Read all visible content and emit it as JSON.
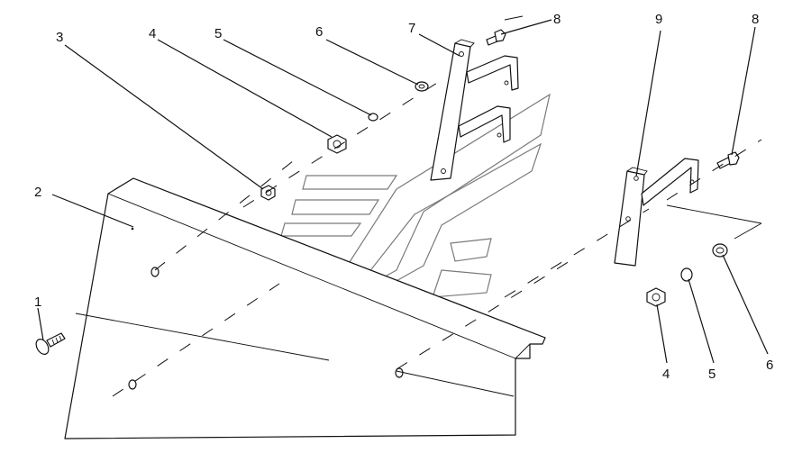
{
  "diagram": {
    "callouts": [
      {
        "label": "1"
      },
      {
        "label": "2"
      },
      {
        "label": "3"
      },
      {
        "label": "4"
      },
      {
        "label": "5"
      },
      {
        "label": "6"
      },
      {
        "label": "7"
      },
      {
        "label": "8"
      },
      {
        "label": "9"
      },
      {
        "label": "8"
      },
      {
        "label": "4"
      },
      {
        "label": "5"
      },
      {
        "label": "6"
      }
    ]
  }
}
